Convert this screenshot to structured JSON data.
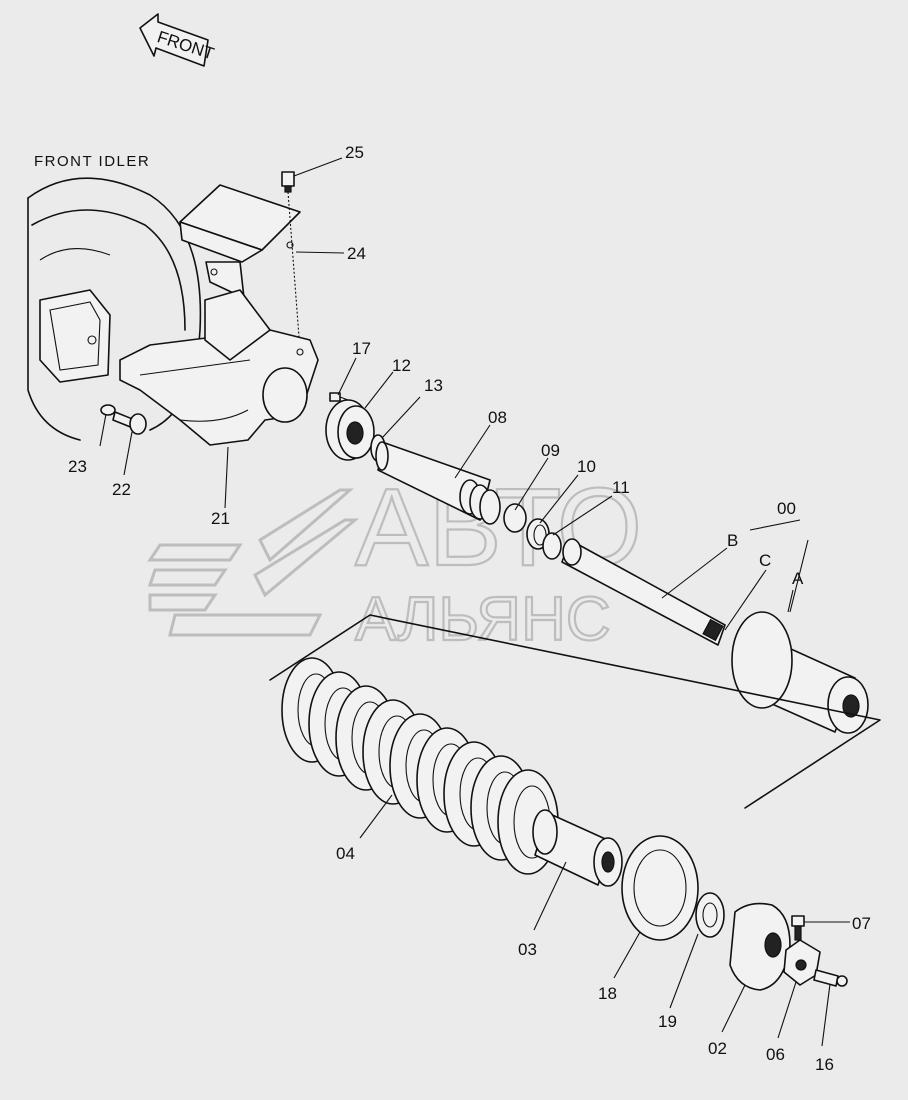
{
  "diagram": {
    "title": "FRONT IDLER",
    "direction_arrow": "FRONT",
    "watermark": {
      "line1": "АВТО",
      "line2": "АЛЬЯНС"
    },
    "labels": {
      "p00": "00",
      "pA": "A",
      "pB": "B",
      "pC": "C",
      "p02": "02",
      "p03": "03",
      "p04": "04",
      "p06": "06",
      "p07": "07",
      "p08": "08",
      "p09": "09",
      "p10": "10",
      "p11": "11",
      "p12": "12",
      "p13": "13",
      "p16": "16",
      "p17": "17",
      "p18": "18",
      "p19": "19",
      "p21": "21",
      "p22": "22",
      "p23": "23",
      "p24": "24",
      "p25": "25"
    }
  }
}
